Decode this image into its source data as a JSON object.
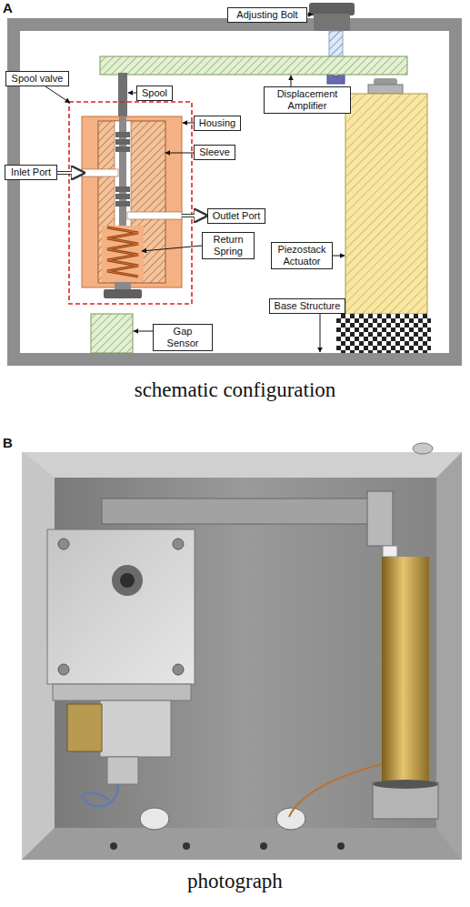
{
  "diagram": {
    "nodes": [
      {
        "text": [
          "Adjusting Bolt"
        ]
      },
      {
        "text": [
          "Spool valve"
        ]
      },
      {
        "text": [
          "Spool"
        ]
      },
      {
        "text": [
          "Displacement Amplifier"
        ]
      },
      {
        "text": [
          "Housing"
        ]
      },
      {
        "text": [
          "Sleeve"
        ]
      },
      {
        "text": [
          "Inlet Port"
        ]
      },
      {
        "text": [
          "Outlet Port"
        ]
      },
      {
        "text": [
          "Return Spring"
        ]
      },
      {
        "text": [
          "Piezostack Actuator"
        ]
      },
      {
        "text": [
          "Base Structure"
        ]
      },
      {
        "text": [
          "Gap Sensor"
        ]
      }
    ],
    "labels": [
      "A",
      "schematic configuration",
      "B",
      "photograph"
    ]
  }
}
